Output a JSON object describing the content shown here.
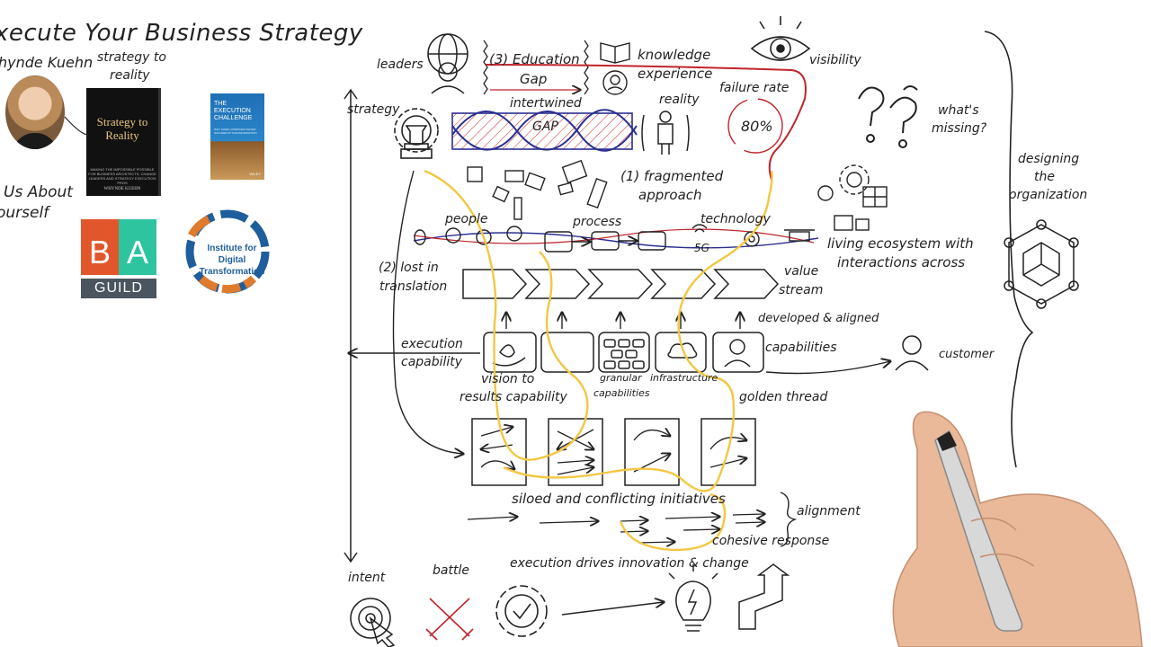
{
  "header": {
    "title": "xecute Your Business Strategy",
    "author": "hynde Kuehn",
    "strategy_to_reality": [
      "strategy to",
      "reality"
    ],
    "us_about": [
      "Us About",
      "ourself"
    ]
  },
  "books": {
    "book1": {
      "title": "Strategy to Reality",
      "subtitle": "MAKING THE IMPOSSIBLE POSSIBLE FOR BUSINESS ARCHITECTS, CHANGE LEADERS AND STRATEGY EXECUTION PROS",
      "author": "WHYNDE KUEHN"
    },
    "book2": {
      "title": "THE EXECUTION CHALLENGE",
      "subtitle": "WHY SOME COMPANIES NEVER SUCCEED AT TRANSFORMATION",
      "author": "WILEY"
    }
  },
  "logos": {
    "ba_guild": {
      "b": "B",
      "a": "A",
      "guild": "GUILD"
    },
    "idt": {
      "line1": "Institute for",
      "line2": "Digital",
      "line3": "Transformation"
    }
  },
  "diagram": {
    "leaders": "leaders",
    "education": "(3) Education",
    "gap_top": "Gap",
    "knowledge": "knowledge",
    "experience": "experience",
    "visibility": "visibility",
    "failure_rate": "failure rate",
    "failure_pct": "80%",
    "strategy": "strategy",
    "intertwined": "intertwined",
    "gap_mid": "GAP",
    "reality": "reality",
    "whats_missing": [
      "what's",
      "missing?"
    ],
    "fragmented": [
      "(1) fragmented",
      "approach"
    ],
    "people": "people",
    "process": "process",
    "technology": "technology",
    "fiveg": "5G",
    "living_ecosystem": [
      "living ecosystem with",
      "interactions across"
    ],
    "designing": [
      "designing",
      "the",
      "organization"
    ],
    "lost_in_translation": [
      "(2) lost in",
      "translation"
    ],
    "value_stream": [
      "value",
      "stream"
    ],
    "developed_aligned": "developed & aligned",
    "execution_capability": [
      "execution",
      "capability"
    ],
    "capabilities": "capabilities",
    "customer": "customer",
    "vision_to_results": [
      "vision to",
      "results capability"
    ],
    "granular": [
      "granular",
      "capabilities"
    ],
    "infrastructure": "infrastructure",
    "golden_thread": "golden thread",
    "siloed": "siloed and conflicting initiatives",
    "alignment": "alignment",
    "cohesive": "cohesive response",
    "execution_drives": "execution drives innovation & change",
    "intent": "intent",
    "battle": "battle"
  },
  "colors": {
    "gold": "#f2c744",
    "navy": "#2b2f8f",
    "red": "#c0242c",
    "ink": "#222222"
  }
}
